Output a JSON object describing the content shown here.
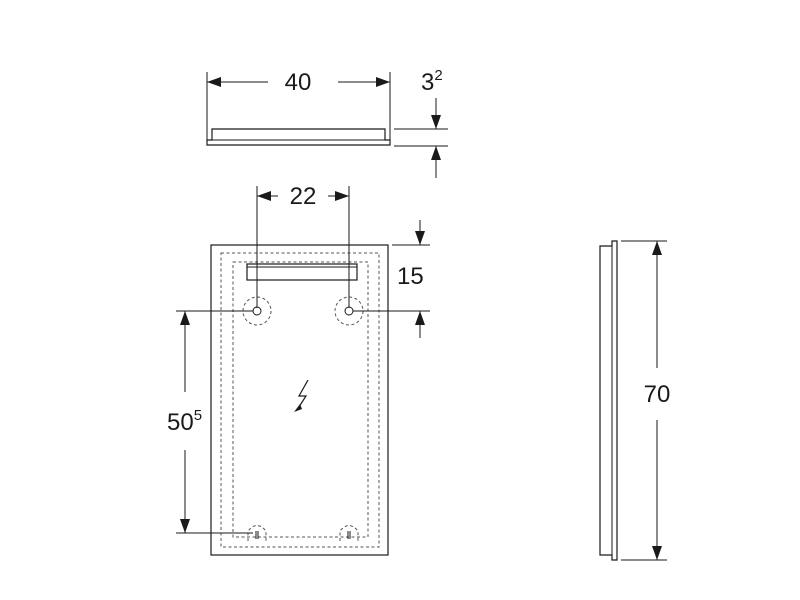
{
  "dimensions": {
    "width_top": {
      "main": "40",
      "sup": ""
    },
    "thickness": {
      "main": "3",
      "sup": "2"
    },
    "hook_spacing": {
      "main": "22",
      "sup": ""
    },
    "hook_offset_top": {
      "main": "15",
      "sup": ""
    },
    "hook_vertical_spacing": {
      "main": "50",
      "sup": "5"
    },
    "height_side": {
      "main": "70",
      "sup": ""
    }
  },
  "icons": {
    "power": "lightning-bolt"
  }
}
